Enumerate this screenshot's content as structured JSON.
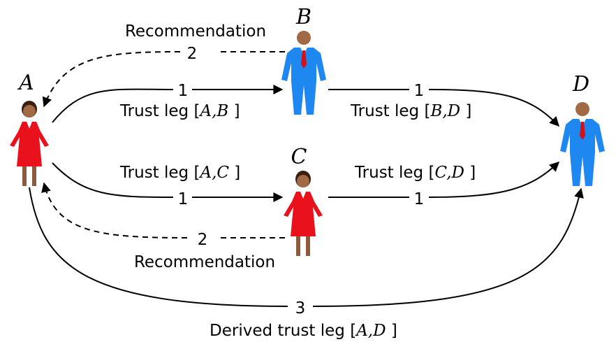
{
  "nodes": {
    "A": {
      "label": "A",
      "figure": "woman"
    },
    "B": {
      "label": "B",
      "figure": "man"
    },
    "C": {
      "label": "C",
      "figure": "woman"
    },
    "D": {
      "label": "D",
      "figure": "man"
    }
  },
  "edges": {
    "ab": {
      "num": "1",
      "text": "Trust leg",
      "pair": "A,B"
    },
    "bd": {
      "num": "1",
      "text": "Trust leg",
      "pair": "B,D"
    },
    "ac": {
      "num": "1",
      "text": "Trust leg",
      "pair": "A,C"
    },
    "cd": {
      "num": "1",
      "text": "Trust leg",
      "pair": "C,D"
    },
    "ba": {
      "num": "2",
      "text": "Recommendation"
    },
    "ca": {
      "num": "2",
      "text": "Recommendation"
    },
    "ad": {
      "num": "3",
      "text": "Derived trust leg",
      "pair": "A,D"
    }
  },
  "colors": {
    "woman_dress": "#e8111c",
    "man_suit": "#1e88f0",
    "skin": "#a16a44",
    "hair": "#3a1e12",
    "tie": "#d3111a",
    "legs": "#8c5a3c"
  }
}
